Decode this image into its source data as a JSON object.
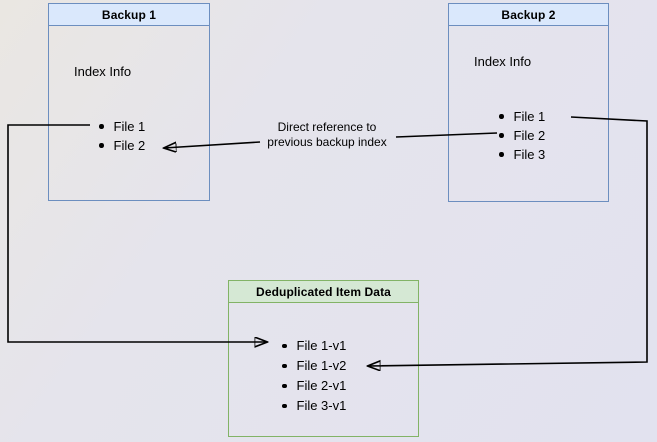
{
  "boxes": {
    "backup1": {
      "title": "Backup 1",
      "subtitle": "Index Info",
      "items": [
        "File 1",
        "File 2"
      ]
    },
    "backup2": {
      "title": "Backup 2",
      "subtitle": "Index Info",
      "items": [
        "File 1",
        "File 2",
        "File 3"
      ]
    },
    "dedup": {
      "title": "Deduplicated Item Data",
      "items": [
        "File 1-v1",
        "File 1-v2",
        "File 2-v1",
        "File 3-v1"
      ]
    }
  },
  "edge_label": {
    "line1": "Direct reference to",
    "line2": "previous backup index"
  },
  "colors": {
    "blue_fill": "#dae8fc",
    "blue_border": "#6c8ebf",
    "green_fill": "#d5e8d4",
    "green_border": "#82b366",
    "arrow": "#000000",
    "bg_from": "#eae7e2",
    "bg_to": "#e2e2ef"
  }
}
